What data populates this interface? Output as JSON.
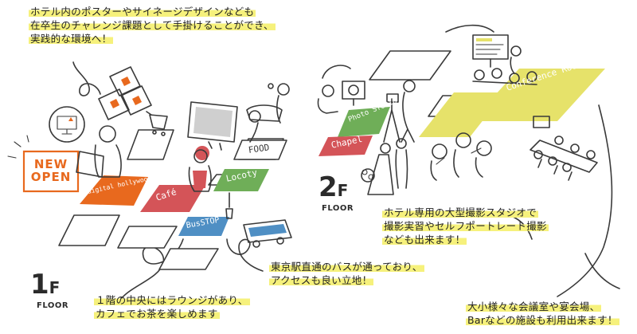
{
  "captions": {
    "top_left": [
      "ホテル内のポスターやサイネージデザインなども",
      "在卒生のチャレンジ課題として手掛けることができ、",
      "実践的な環境へ！"
    ],
    "bus": [
      "東京駅直通のバスが通っており、",
      "アクセスも良い立地！"
    ],
    "lounge": [
      "１階の中央にはラウンジがあり、",
      "カフェでお茶を楽しめます"
    ],
    "studio": [
      "ホテル専用の大型撮影スタジオで",
      "撮影実習やセルフポートレート撮影",
      "なども出来ます！"
    ],
    "conference": [
      "大小様々な会議室や宴会場、",
      "Barなどの施設も利用出来ます！"
    ]
  },
  "floors": {
    "first": {
      "number": "1",
      "suffix": "F",
      "word": "FLOOR"
    },
    "second": {
      "number": "2",
      "suffix": "F",
      "word": "FLOOR"
    }
  },
  "badge": {
    "line1": "NEW",
    "line2": "OPEN"
  },
  "tiles": {
    "studio": "digital hollywood Studio",
    "cafe": "Café",
    "locoty": "Locoty",
    "food": "FOOD",
    "busstop": "BusSTOP",
    "photo": "Photo STUDIO",
    "chapel": "Chapel",
    "conference": "Conference Room"
  },
  "colors": {
    "orange": "#e8691e",
    "red": "#d45458",
    "green": "#6fae58",
    "blue": "#4f8fc4",
    "yellow": "#e6e26a",
    "highlight": "#f6f17c",
    "line": "#3a3a3a"
  },
  "icons": [
    "monitor-icon",
    "poster-icon",
    "cart-icon",
    "tv-icon",
    "bus-icon",
    "flower-icon",
    "camera-icon",
    "projector-icon"
  ]
}
